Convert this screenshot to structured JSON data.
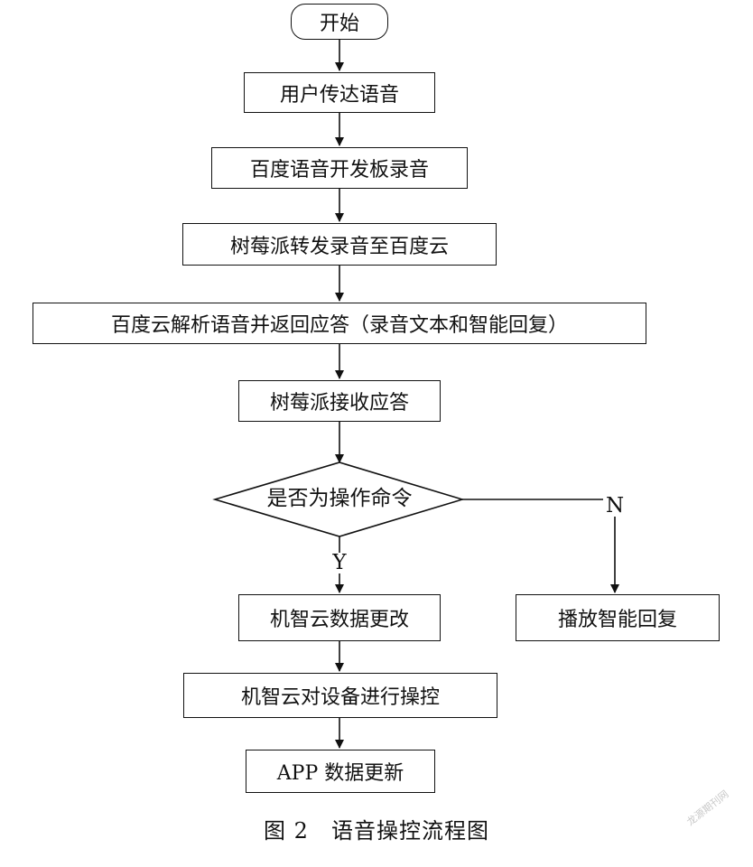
{
  "nodes": {
    "start": "开始",
    "user_speaks": "用户传达语音",
    "board_records": "百度语音开发板录音",
    "pi_forwards": "树莓派转发录音至百度云",
    "cloud_parses": "百度云解析语音并返回应答（录音文本和智能回复）",
    "pi_receives": "树莓派接收应答",
    "decision": "是否为操作命令",
    "cloud_update": "机智云数据更改",
    "play_reply": "播放智能回复",
    "cloud_control": "机智云对设备进行操控",
    "app_update": "APP 数据更新"
  },
  "branches": {
    "yes": "Y",
    "no": "N"
  },
  "caption": "图 2　语音操控流程图",
  "watermark": "龙源期刊网"
}
